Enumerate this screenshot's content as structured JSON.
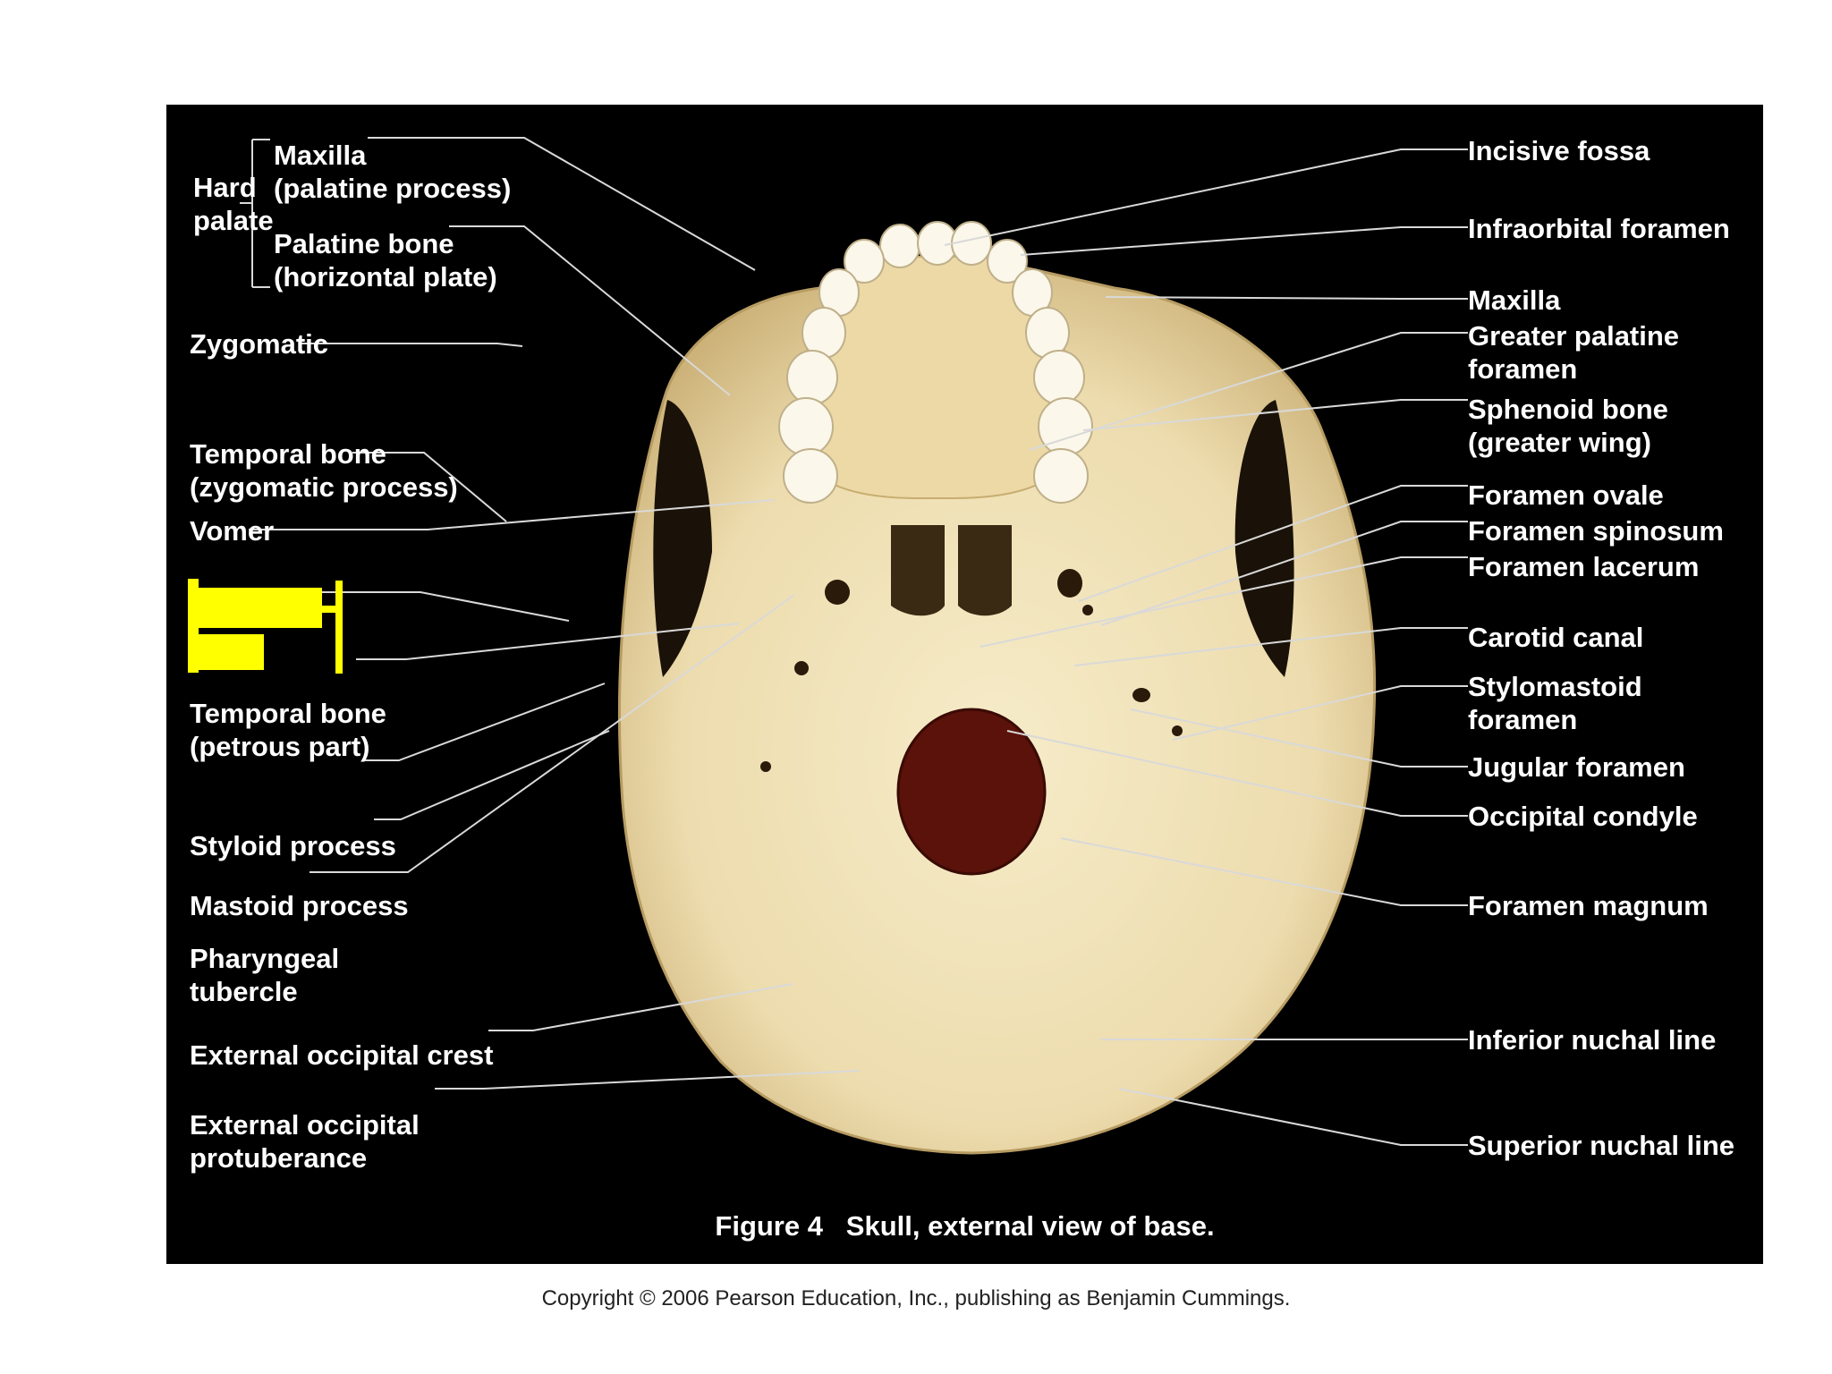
{
  "labels_left": {
    "hard_palate": "Hard\npalate",
    "maxilla_palatine_process": "Maxilla\n(palatine process)",
    "palatine_bone_horizontal_plate": "Palatine bone\n(horizontal plate)",
    "zygomatic": "Zygomatic",
    "temporal_bone_zygomatic_process": "Temporal bone\n(zygomatic process)",
    "vomer": "Vomer",
    "temporal_bone_petrous_part": "Temporal bone\n(petrous part)",
    "styloid_process": "Styloid process",
    "mastoid_process": "Mastoid process",
    "pharyngeal_tubercle": "Pharyngeal\ntubercle",
    "external_occipital_crest": "External occipital crest",
    "external_occipital_protuberance": "External occipital\nprotuberance"
  },
  "labels_right": {
    "incisive_fossa": "Incisive fossa",
    "infraorbital_foramen": "Infraorbital foramen",
    "maxilla": "Maxilla",
    "greater_palatine_foramen": "Greater palatine\nforamen",
    "sphenoid_bone_greater_wing": "Sphenoid bone\n(greater wing)",
    "foramen_ovale": "Foramen ovale",
    "foramen_spinosum": "Foramen spinosum",
    "foramen_lacerum": "Foramen lacerum",
    "carotid_canal": "Carotid canal",
    "stylomastoid_foramen": "Stylomastoid\nforamen",
    "jugular_foramen": "Jugular foramen",
    "occipital_condyle": "Occipital condyle",
    "foramen_magnum": "Foramen magnum",
    "inferior_nuchal_line": "Inferior nuchal line",
    "superior_nuchal_line": "Superior nuchal line"
  },
  "caption": "Figure 4   Skull, external view of base.",
  "copyright": "Copyright © 2006 Pearson Education, Inc., publishing as Benjamin Cummings.",
  "colors": {
    "panel_background": "#000000",
    "bone": "#efe1b8",
    "bone_shadow": "#c9b27a",
    "foramen_magnum_fill": "#5a120a",
    "highlight": "#ffff00",
    "label_text": "#ffffff",
    "leader_line": "#d9d9d9"
  }
}
